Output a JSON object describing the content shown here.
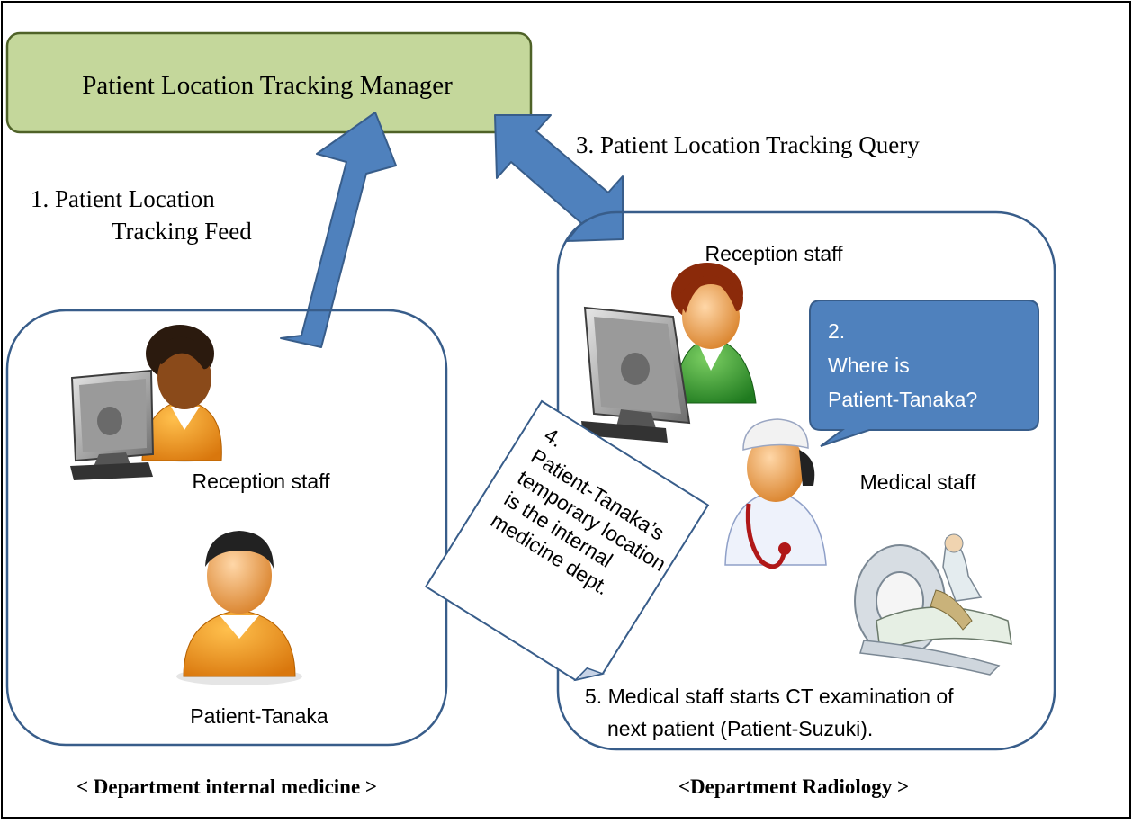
{
  "manager": {
    "label": "Patient Location Tracking Manager"
  },
  "step1": {
    "line1": "1.  Patient Location",
    "line2": "Tracking Feed"
  },
  "step3": {
    "label": "3. Patient Location Tracking  Query"
  },
  "internal": {
    "reception_label": "Reception staff",
    "patient_label": "Patient-Tanaka",
    "dept_label": "< Department internal medicine >"
  },
  "radiology": {
    "reception_label": "Reception staff",
    "medical_label": "Medical staff",
    "dept_label": "<Department Radiology >",
    "step5_line1": "5. Medical staff starts CT examination of",
    "step5_line2": "next patient (Patient-Suzuki)."
  },
  "bubble2": {
    "line1": "2.",
    "line2": "Where is",
    "line3": "Patient-Tanaka?"
  },
  "note4": {
    "lines": [
      "4.",
      "Patient-Tanaka’s",
      "temporary location",
      "is the internal",
      "medicine dept."
    ]
  },
  "colors": {
    "manager_fill": "#c4d79b",
    "manager_stroke": "#4f6228",
    "arrow_fill": "#4f81bd",
    "arrow_stroke": "#385d8a",
    "bubble_fill": "#4f81bd",
    "dept_box_stroke": "#385d8a"
  }
}
